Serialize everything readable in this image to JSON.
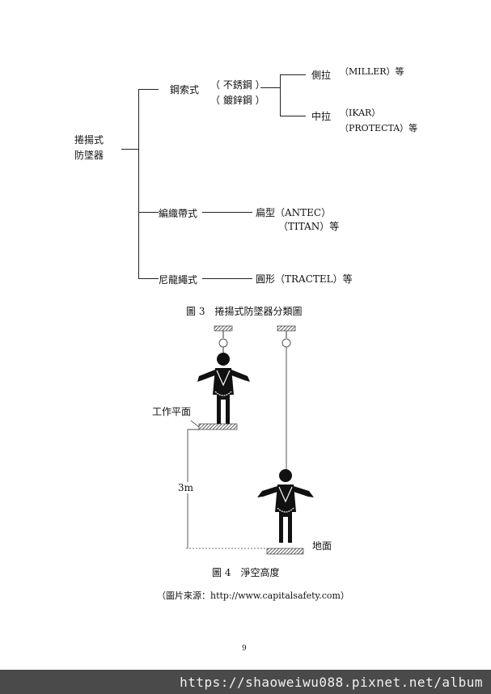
{
  "tree": {
    "root": [
      "捲揚式",
      "防墜器"
    ],
    "branch_wire": "鋼索式",
    "wire_types": [
      "（ 不銹鋼 ）",
      "（ 鍍鋅鋼 ）"
    ],
    "side_pull": "側拉",
    "side_pull_brand": "（MILLER）等",
    "center_pull": "中拉",
    "center_pull_brands": [
      "（IKAR）",
      "（PROTECTA）等"
    ],
    "branch_webbing": "編織帶式",
    "webbing_shape": "扁型（ANTEC）",
    "webbing_brand2": "（TITAN）等",
    "branch_nylon": "尼龍繩式",
    "nylon_shape": "圓形（TRACTEL）等"
  },
  "figure3_caption": "圖 3　捲揚式防墜器分類圖",
  "figure4": {
    "work_platform": "工作平面",
    "height": "3m",
    "ground": "地面"
  },
  "figure4_caption": "圖 4　淨空高度",
  "source": "（圖片來源：http://www.capitalsafety.com）",
  "page_number": "9",
  "watermark": "https://shaoweiwu088.pixnet.net/album"
}
